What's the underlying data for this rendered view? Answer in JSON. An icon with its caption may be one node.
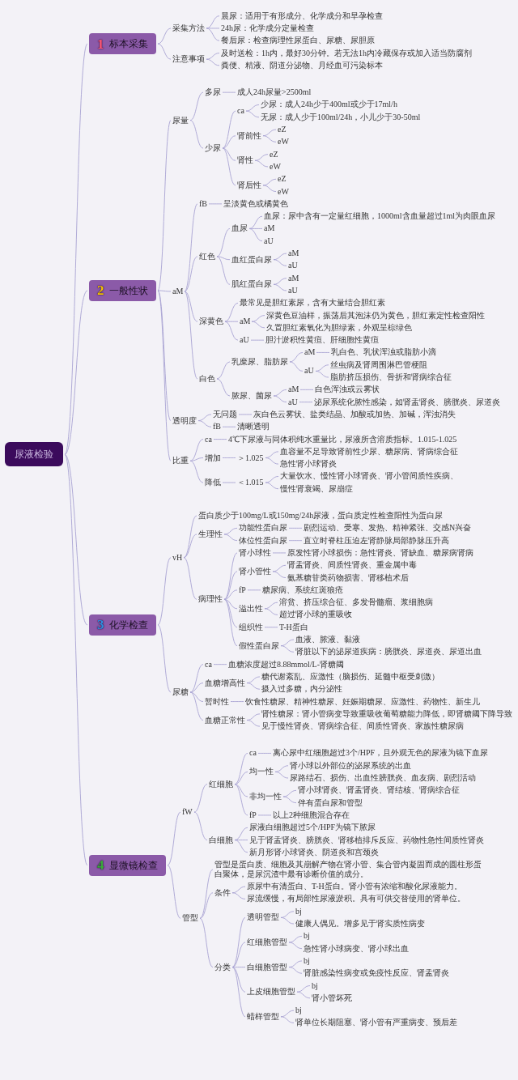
{
  "diagram": {
    "nodes": [
      {
        "text": [
          "尿液检验"
        ]
      },
      {
        "text": [
          "1",
          "标本采集"
        ]
      },
      {
        "text": [
          "采集方法"
        ]
      },
      {
        "text": [
          "晨尿：适用于有形成分、化学成分和早孕检查"
        ]
      },
      {
        "text": [
          "24h尿：化学成分定量检查"
        ]
      },
      {
        "text": [
          "餐后尿：检查病理性尿蛋白、尿糖、尿胆原"
        ]
      },
      {
        "text": [
          "注意事项"
        ]
      },
      {
        "text": [
          "及时送检：1h内，最好30分钟。若无法1h内冷藏保存或加入适当防腐剂"
        ]
      },
      {
        "text": [
          "粪便、精液、阴道分泌物、月经血可污染标本"
        ]
      },
      {
        "text": [
          "2",
          "一般性状"
        ]
      },
      {
        "text": [
          "尿量"
        ]
      },
      {
        "text": [
          "多尿"
        ]
      },
      {
        "text": [
          "成人24h尿量>2500ml"
        ]
      },
      {
        "text": [
          "少尿"
        ]
      },
      {
        "text": [
          "ca"
        ]
      },
      {
        "text": [
          "少尿：成人24h少于400ml或少于17ml/h"
        ]
      },
      {
        "text": [
          "无尿：成人少于100ml/24h，小儿少于30-50ml"
        ]
      },
      {
        "text": [
          "肾前性"
        ]
      },
      {
        "text": [
          "eZ"
        ]
      },
      {
        "text": [
          "eW"
        ]
      },
      {
        "text": [
          "肾性"
        ]
      },
      {
        "text": [
          "eZ"
        ]
      },
      {
        "text": [
          "eW"
        ]
      },
      {
        "text": [
          "肾后性"
        ]
      },
      {
        "text": [
          "eZ"
        ]
      },
      {
        "text": [
          "eW"
        ]
      },
      {
        "text": [
          "aM"
        ]
      },
      {
        "text": [
          "fB"
        ]
      },
      {
        "text": [
          "呈淡黄色或橘黄色"
        ]
      },
      {
        "text": [
          "红色"
        ]
      },
      {
        "text": [
          "血尿"
        ]
      },
      {
        "text": [
          "血尿：尿中含有一定量红细胞，1000ml含血量超过1ml为肉眼血尿"
        ]
      },
      {
        "text": [
          "aM"
        ]
      },
      {
        "text": [
          "aU"
        ]
      },
      {
        "text": [
          "血红蛋白尿"
        ]
      },
      {
        "text": [
          "aM"
        ]
      },
      {
        "text": [
          "aU"
        ]
      },
      {
        "text": [
          "肌红蛋白尿"
        ]
      },
      {
        "text": [
          "aM"
        ]
      },
      {
        "text": [
          "aU"
        ]
      },
      {
        "text": [
          "深黄色"
        ]
      },
      {
        "text": [
          "最常见是胆红素尿，含有大量结合胆红素"
        ]
      },
      {
        "text": [
          "aM"
        ]
      },
      {
        "text": [
          "深黄色豆油样，振荡后其泡沫仍为黄色，胆红素定性检查阳性"
        ]
      },
      {
        "text": [
          "久置胆红素氧化为胆绿素，外观呈棕绿色"
        ]
      },
      {
        "text": [
          "aU"
        ]
      },
      {
        "text": [
          "胆汁淤积性黄疸、肝细胞性黄疸"
        ]
      },
      {
        "text": [
          "白色"
        ]
      },
      {
        "text": [
          "乳糜尿、脂肪尿"
        ]
      },
      {
        "text": [
          "aM"
        ]
      },
      {
        "text": [
          "乳白色、乳状浑浊或脂肪小滴"
        ]
      },
      {
        "text": [
          "aU"
        ]
      },
      {
        "text": [
          "丝虫病及肾周围淋巴管梗阻"
        ]
      },
      {
        "text": [
          "脂肪挤压损伤、骨折和肾病综合征"
        ]
      },
      {
        "text": [
          "脓尿、菌尿"
        ]
      },
      {
        "text": [
          "aM"
        ]
      },
      {
        "text": [
          "白色浑浊或云雾状"
        ]
      },
      {
        "text": [
          "aU"
        ]
      },
      {
        "text": [
          "泌尿系统化脓性感染，如肾盂肾炎、膀胱炎、尿道炎"
        ]
      },
      {
        "text": [
          "透明度"
        ]
      },
      {
        "text": [
          "无问题"
        ]
      },
      {
        "text": [
          "灰白色云雾状、盐类结晶、加酸或加热、加碱，浑浊消失"
        ]
      },
      {
        "text": [
          "fB"
        ]
      },
      {
        "text": [
          "清晰透明"
        ]
      },
      {
        "text": [
          "比重"
        ]
      },
      {
        "text": [
          "ca"
        ]
      },
      {
        "text": [
          "4℃下尿液与同体积纯水重量比，尿液所含溶质指标。1.015-1.025"
        ]
      },
      {
        "text": [
          "增加"
        ]
      },
      {
        "text": [
          "＞1.025"
        ]
      },
      {
        "text": [
          "血容量不足导致肾前性少尿、糖尿病、肾病综合征"
        ]
      },
      {
        "text": [
          "急性肾小球肾炎"
        ]
      },
      {
        "text": [
          "降低"
        ]
      },
      {
        "text": [
          "＜1.015"
        ]
      },
      {
        "text": [
          "大量饮水、慢性肾小球肾炎、肾小管间质性疾病、"
        ]
      },
      {
        "text": [
          "慢性肾衰竭、尿崩症"
        ]
      },
      {
        "text": [
          "3",
          "化学检查"
        ]
      },
      {
        "text": [
          "vH"
        ]
      },
      {
        "text": [
          "蛋白质少于100mg/L或150mg/24h尿液，蛋白质定性检查阳性为蛋白尿"
        ]
      },
      {
        "text": [
          "生理性"
        ]
      },
      {
        "text": [
          "功能性蛋白尿"
        ]
      },
      {
        "text": [
          "剧烈运动、受寒、发热、精神紧张、交感N兴奋"
        ]
      },
      {
        "text": [
          "体位性蛋白尿"
        ]
      },
      {
        "text": [
          "直立时脊柱压迫左肾静脉局部静脉压升高"
        ]
      },
      {
        "text": [
          "病理性"
        ]
      },
      {
        "text": [
          "肾小球性"
        ]
      },
      {
        "text": [
          "原发性肾小球损伤：急性肾炎、肾缺血、糖尿病肾病"
        ]
      },
      {
        "text": [
          "肾小管性"
        ]
      },
      {
        "text": [
          "肾盂肾炎、间质性肾炎、重金属中毒"
        ]
      },
      {
        "text": [
          "氨基糖苷类药物损害、肾移植术后"
        ]
      },
      {
        "text": [
          "fP"
        ]
      },
      {
        "text": [
          "糖尿病、系统红斑狼疮"
        ]
      },
      {
        "text": [
          "溢出性"
        ]
      },
      {
        "text": [
          "溶贫、挤压综合征、多发骨髓瘤、浆细胞病"
        ]
      },
      {
        "text": [
          "超过肾小球的重吸收"
        ]
      },
      {
        "text": [
          "组织性"
        ]
      },
      {
        "text": [
          "T-H蛋白"
        ]
      },
      {
        "text": [
          "假性蛋白尿"
        ]
      },
      {
        "text": [
          "血液、脓液、黏液"
        ]
      },
      {
        "text": [
          "肾脏以下的泌尿道疾病：膀胱炎、尿道炎、尿道出血"
        ]
      },
      {
        "text": [
          "尿糖"
        ]
      },
      {
        "text": [
          "ca"
        ]
      },
      {
        "text": [
          "血糖浓度超过8.88mmol/L-肾糖阈"
        ]
      },
      {
        "text": [
          "血糖增高性"
        ]
      },
      {
        "text": [
          "糖代谢紊乱、应激性（脑损伤、延髓中枢受刺激）"
        ]
      },
      {
        "text": [
          "摄入过多糖，内分泌性"
        ]
      },
      {
        "text": [
          "暂时性"
        ]
      },
      {
        "text": [
          "饮食性糖尿、精神性糖尿、妊娠期糖尿、应激性、药物性、新生儿"
        ]
      },
      {
        "text": [
          "血糖正常性"
        ]
      },
      {
        "text": [
          "肾性糖尿：肾小管病变导致重吸收葡萄糖能力降低，即肾糖阈下降导致"
        ]
      },
      {
        "text": [
          "见于慢性肾炎、肾病综合征、间质性肾炎、家族性糖尿病"
        ]
      },
      {
        "text": [
          "4",
          "显微镜检查"
        ]
      },
      {
        "text": [
          "fW"
        ]
      },
      {
        "text": [
          "红细胞"
        ]
      },
      {
        "text": [
          "ca"
        ]
      },
      {
        "text": [
          "离心尿中红细胞超过3个/HPF，且外观无色的尿液为镜下血尿"
        ]
      },
      {
        "text": [
          "均一性"
        ]
      },
      {
        "text": [
          "肾小球以外部位的泌尿系统的出血"
        ]
      },
      {
        "text": [
          "尿路结石、损伤、出血性膀胱炎、血友病、剧烈活动"
        ]
      },
      {
        "text": [
          "非均一性"
        ]
      },
      {
        "text": [
          "肾小球肾炎、肾盂肾炎、肾结核、肾病综合征"
        ]
      },
      {
        "text": [
          "伴有蛋白尿和管型"
        ]
      },
      {
        "text": [
          "fP"
        ]
      },
      {
        "text": [
          "以上2种细胞混合存在"
        ]
      },
      {
        "text": [
          "白细胞"
        ]
      },
      {
        "text": [
          "尿液白细胞超过5个/HPF为镜下脓尿"
        ]
      },
      {
        "text": [
          "见于肾盂肾炎、膀胱炎、肾移植排斥反应、药物性急性间质性肾炎"
        ]
      },
      {
        "text": [
          "新月形肾小球肾炎、阴道炎和宫颈炎"
        ]
      },
      {
        "text": [
          "管型"
        ]
      },
      {
        "text": [
          "管型是蛋白质、细胞及其崩解产物在肾小管、集合管内凝固而成的圆柱形蛋白聚体，是尿沉渣中最有诊断价值的成分。"
        ]
      },
      {
        "text": [
          "条件"
        ]
      },
      {
        "text": [
          "原尿中有清蛋白、T-H蛋白。肾小管有浓缩和酸化尿液能力。"
        ]
      },
      {
        "text": [
          "尿流缓慢，有局部性尿液淤积。具有可供交替使用的肾单位。"
        ]
      },
      {
        "text": [
          "分类"
        ]
      },
      {
        "text": [
          "透明管型"
        ]
      },
      {
        "text": [
          "bj"
        ]
      },
      {
        "text": [
          "健康人偶见。增多见于肾实质性病变"
        ]
      },
      {
        "text": [
          "红细胞管型"
        ]
      },
      {
        "text": [
          "bj"
        ]
      },
      {
        "text": [
          "急性肾小球病变、肾小球出血"
        ]
      },
      {
        "text": [
          "白细胞管型"
        ]
      },
      {
        "text": [
          "bj"
        ]
      },
      {
        "text": [
          "肾脏感染性病变或免疫性反应、肾盂肾炎"
        ]
      },
      {
        "text": [
          "上皮细胞管型"
        ]
      },
      {
        "text": [
          "bj"
        ]
      },
      {
        "text": [
          "肾小管坏死"
        ]
      },
      {
        "text": [
          "蜡样管型"
        ]
      },
      {
        "text": [
          "bj"
        ]
      },
      {
        "text": [
          "肾单位长期阻塞、肾小管有严重病变、预后差"
        ]
      }
    ],
    "edges": [
      {
        "from": 0,
        "to": 1,
        "arrow": "none"
      },
      {
        "from": 1,
        "to": 2,
        "arrow": "none"
      },
      {
        "from": 2,
        "to": 3,
        "arrow": "none"
      },
      {
        "from": 2,
        "to": 4,
        "arrow": "none"
      },
      {
        "from": 2,
        "to": 5,
        "arrow": "none"
      },
      {
        "from": 1,
        "to": 6,
        "arrow": "none"
      },
      {
        "from": 6,
        "to": 7,
        "arrow": "none"
      },
      {
        "from": 6,
        "to": 8,
        "arrow": "none"
      },
      {
        "from": 0,
        "to": 9,
        "arrow": "none"
      },
      {
        "from": 9,
        "to": 10,
        "arrow": "none"
      },
      {
        "from": 10,
        "to": 11,
        "arrow": "none"
      },
      {
        "from": 11,
        "to": 12,
        "arrow": "none"
      },
      {
        "from": 10,
        "to": 13,
        "arrow": "none"
      },
      {
        "from": 13,
        "to": 14,
        "arrow": "none"
      },
      {
        "from": 14,
        "to": 15,
        "arrow": "none"
      },
      {
        "from": 14,
        "to": 16,
        "arrow": "none"
      },
      {
        "from": 13,
        "to": 17,
        "arrow": "none"
      },
      {
        "from": 17,
        "to": 18,
        "arrow": "none"
      },
      {
        "from": 17,
        "to": 19,
        "arrow": "none"
      },
      {
        "from": 13,
        "to": 20,
        "arrow": "none"
      },
      {
        "from": 20,
        "to": 21,
        "arrow": "none"
      },
      {
        "from": 20,
        "to": 22,
        "arrow": "none"
      },
      {
        "from": 13,
        "to": 23,
        "arrow": "none"
      },
      {
        "from": 23,
        "to": 24,
        "arrow": "none"
      },
      {
        "from": 23,
        "to": 25,
        "arrow": "none"
      },
      {
        "from": 9,
        "to": 26,
        "arrow": "none"
      },
      {
        "from": 26,
        "to": 27,
        "arrow": "none"
      },
      {
        "from": 27,
        "to": 28,
        "arrow": "none"
      },
      {
        "from": 26,
        "to": 29,
        "arrow": "none"
      },
      {
        "from": 29,
        "to": 30,
        "arrow": "none"
      },
      {
        "from": 30,
        "to": 31,
        "arrow": "none"
      },
      {
        "from": 30,
        "to": 32,
        "arrow": "none"
      },
      {
        "from": 30,
        "to": 33,
        "arrow": "none"
      },
      {
        "from": 29,
        "to": 34,
        "arrow": "none"
      },
      {
        "from": 34,
        "to": 35,
        "arrow": "none"
      },
      {
        "from": 34,
        "to": 36,
        "arrow": "none"
      },
      {
        "from": 29,
        "to": 37,
        "arrow": "none"
      },
      {
        "from": 37,
        "to": 38,
        "arrow": "none"
      },
      {
        "from": 37,
        "to": 39,
        "arrow": "none"
      },
      {
        "from": 26,
        "to": 40,
        "arrow": "none"
      },
      {
        "from": 40,
        "to": 41,
        "arrow": "none"
      },
      {
        "from": 40,
        "to": 42,
        "arrow": "none"
      },
      {
        "from": 42,
        "to": 43,
        "arrow": "none"
      },
      {
        "from": 42,
        "to": 44,
        "arrow": "none"
      },
      {
        "from": 40,
        "to": 45,
        "arrow": "none"
      },
      {
        "from": 45,
        "to": 46,
        "arrow": "none"
      },
      {
        "from": 26,
        "to": 47,
        "arrow": "none"
      },
      {
        "from": 47,
        "to": 48,
        "arrow": "none"
      },
      {
        "from": 48,
        "to": 49,
        "arrow": "none"
      },
      {
        "from": 49,
        "to": 50,
        "arrow": "none"
      },
      {
        "from": 48,
        "to": 51,
        "arrow": "none"
      },
      {
        "from": 51,
        "to": 52,
        "arrow": "none"
      },
      {
        "from": 51,
        "to": 53,
        "arrow": "none"
      },
      {
        "from": 47,
        "to": 54,
        "arrow": "none"
      },
      {
        "from": 54,
        "to": 55,
        "arrow": "none"
      },
      {
        "from": 55,
        "to": 56,
        "arrow": "none"
      },
      {
        "from": 54,
        "to": 57,
        "arrow": "none"
      },
      {
        "from": 57,
        "to": 58,
        "arrow": "none"
      },
      {
        "from": 9,
        "to": 59,
        "arrow": "none"
      },
      {
        "from": 59,
        "to": 60,
        "arrow": "none"
      },
      {
        "from": 60,
        "to": 61,
        "arrow": "none"
      },
      {
        "from": 59,
        "to": 62,
        "arrow": "none"
      },
      {
        "from": 62,
        "to": 63,
        "arrow": "none"
      },
      {
        "from": 9,
        "to": 64,
        "arrow": "none"
      },
      {
        "from": 64,
        "to": 65,
        "arrow": "none"
      },
      {
        "from": 65,
        "to": 66,
        "arrow": "none"
      },
      {
        "from": 64,
        "to": 67,
        "arrow": "none"
      },
      {
        "from": 67,
        "to": 68,
        "arrow": "none"
      },
      {
        "from": 68,
        "to": 69,
        "arrow": "none"
      },
      {
        "from": 68,
        "to": 70,
        "arrow": "none"
      },
      {
        "from": 64,
        "to": 71,
        "arrow": "none"
      },
      {
        "from": 71,
        "to": 72,
        "arrow": "none"
      },
      {
        "from": 72,
        "to": 73,
        "arrow": "none"
      },
      {
        "from": 72,
        "to": 74,
        "arrow": "none"
      },
      {
        "from": 0,
        "to": 75,
        "arrow": "none"
      },
      {
        "from": 75,
        "to": 76,
        "arrow": "none"
      },
      {
        "from": 76,
        "to": 77,
        "arrow": "none"
      },
      {
        "from": 76,
        "to": 78,
        "arrow": "none"
      },
      {
        "from": 78,
        "to": 79,
        "arrow": "none"
      },
      {
        "from": 79,
        "to": 80,
        "arrow": "none"
      },
      {
        "from": 78,
        "to": 81,
        "arrow": "none"
      },
      {
        "from": 81,
        "to": 82,
        "arrow": "none"
      },
      {
        "from": 76,
        "to": 83,
        "arrow": "none"
      },
      {
        "from": 83,
        "to": 84,
        "arrow": "none"
      },
      {
        "from": 84,
        "to": 85,
        "arrow": "none"
      },
      {
        "from": 83,
        "to": 86,
        "arrow": "none"
      },
      {
        "from": 86,
        "to": 87,
        "arrow": "none"
      },
      {
        "from": 86,
        "to": 88,
        "arrow": "none"
      },
      {
        "from": 83,
        "to": 89,
        "arrow": "none"
      },
      {
        "from": 89,
        "to": 90,
        "arrow": "none"
      },
      {
        "from": 83,
        "to": 91,
        "arrow": "none"
      },
      {
        "from": 91,
        "to": 92,
        "arrow": "none"
      },
      {
        "from": 91,
        "to": 93,
        "arrow": "none"
      },
      {
        "from": 83,
        "to": 94,
        "arrow": "none"
      },
      {
        "from": 94,
        "to": 95,
        "arrow": "none"
      },
      {
        "from": 83,
        "to": 96,
        "arrow": "none"
      },
      {
        "from": 96,
        "to": 97,
        "arrow": "none"
      },
      {
        "from": 96,
        "to": 98,
        "arrow": "none"
      },
      {
        "from": 75,
        "to": 99,
        "arrow": "none"
      },
      {
        "from": 99,
        "to": 100,
        "arrow": "none"
      },
      {
        "from": 100,
        "to": 101,
        "arrow": "none"
      },
      {
        "from": 99,
        "to": 102,
        "arrow": "none"
      },
      {
        "from": 102,
        "to": 103,
        "arrow": "none"
      },
      {
        "from": 102,
        "to": 104,
        "arrow": "none"
      },
      {
        "from": 99,
        "to": 105,
        "arrow": "none"
      },
      {
        "from": 105,
        "to": 106,
        "arrow": "none"
      },
      {
        "from": 99,
        "to": 107,
        "arrow": "none"
      },
      {
        "from": 107,
        "to": 108,
        "arrow": "none"
      },
      {
        "from": 107,
        "to": 109,
        "arrow": "none"
      },
      {
        "from": 0,
        "to": 110,
        "arrow": "none"
      },
      {
        "from": 110,
        "to": 111,
        "arrow": "none"
      },
      {
        "from": 111,
        "to": 112,
        "arrow": "none"
      },
      {
        "from": 112,
        "to": 113,
        "arrow": "none"
      },
      {
        "from": 113,
        "to": 114,
        "arrow": "none"
      },
      {
        "from": 112,
        "to": 115,
        "arrow": "none"
      },
      {
        "from": 115,
        "to": 116,
        "arrow": "none"
      },
      {
        "from": 115,
        "to": 117,
        "arrow": "none"
      },
      {
        "from": 112,
        "to": 118,
        "arrow": "none"
      },
      {
        "from": 118,
        "to": 119,
        "arrow": "none"
      },
      {
        "from": 118,
        "to": 120,
        "arrow": "none"
      },
      {
        "from": 112,
        "to": 121,
        "arrow": "none"
      },
      {
        "from": 121,
        "to": 122,
        "arrow": "none"
      },
      {
        "from": 111,
        "to": 123,
        "arrow": "none"
      },
      {
        "from": 123,
        "to": 124,
        "arrow": "none"
      },
      {
        "from": 123,
        "to": 125,
        "arrow": "none"
      },
      {
        "from": 123,
        "to": 126,
        "arrow": "none"
      },
      {
        "from": 110,
        "to": 127,
        "arrow": "none"
      },
      {
        "from": 127,
        "to": 128,
        "arrow": "none"
      },
      {
        "from": 127,
        "to": 129,
        "arrow": "none"
      },
      {
        "from": 129,
        "to": 130,
        "arrow": "none"
      },
      {
        "from": 129,
        "to": 131,
        "arrow": "none"
      },
      {
        "from": 127,
        "to": 132,
        "arrow": "none"
      },
      {
        "from": 132,
        "to": 133,
        "arrow": "none"
      },
      {
        "from": 133,
        "to": 134,
        "arrow": "none"
      },
      {
        "from": 133,
        "to": 135,
        "arrow": "none"
      },
      {
        "from": 132,
        "to": 136,
        "arrow": "none"
      },
      {
        "from": 136,
        "to": 137,
        "arrow": "none"
      },
      {
        "from": 136,
        "to": 138,
        "arrow": "none"
      },
      {
        "from": 132,
        "to": 139,
        "arrow": "none"
      },
      {
        "from": 139,
        "to": 140,
        "arrow": "none"
      },
      {
        "from": 139,
        "to": 141,
        "arrow": "none"
      },
      {
        "from": 132,
        "to": 142,
        "arrow": "none"
      },
      {
        "from": 142,
        "to": 143,
        "arrow": "none"
      },
      {
        "from": 142,
        "to": 144,
        "arrow": "none"
      },
      {
        "from": 132,
        "to": 145,
        "arrow": "none"
      },
      {
        "from": 145,
        "to": 146,
        "arrow": "none"
      },
      {
        "from": 145,
        "to": 147,
        "arrow": "none"
      }
    ]
  }
}
